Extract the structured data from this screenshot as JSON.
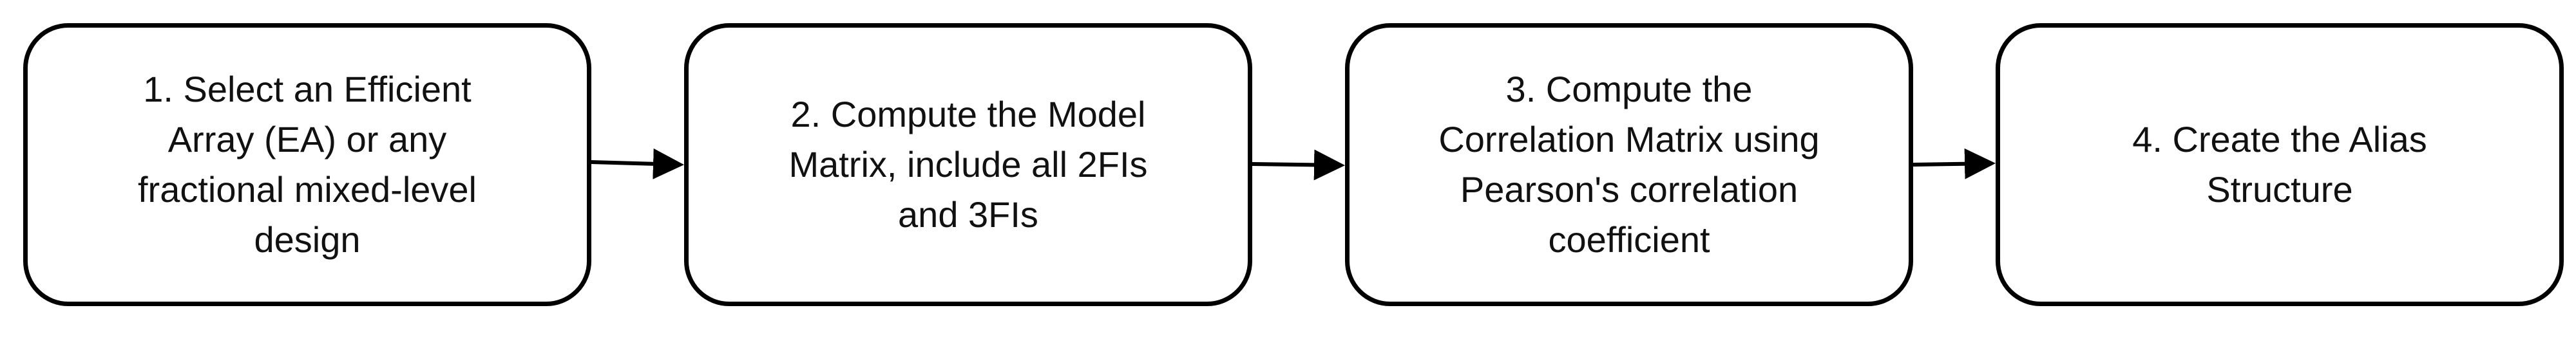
{
  "diagram": {
    "steps": [
      {
        "label": "1. Select an Efficient\nArray (EA) or any\nfractional mixed-level\ndesign"
      },
      {
        "label": "2. Compute the Model\nMatrix, include all 2FIs\nand 3FIs"
      },
      {
        "label": "3. Compute the\nCorrelation Matrix using\nPearson's correlation\ncoefficient"
      },
      {
        "label": "4. Create the Alias\nStructure"
      }
    ],
    "colors": {
      "stroke": "#000000",
      "text": "#111111",
      "background": "#ffffff"
    }
  }
}
